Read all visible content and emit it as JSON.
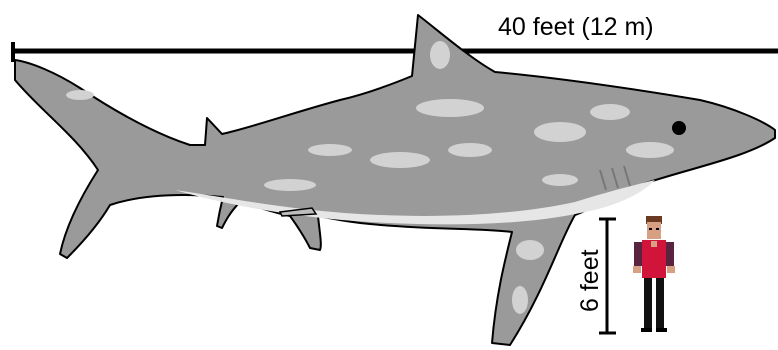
{
  "diagram": {
    "shark_length_label": "40 feet (12 m)",
    "human_height_label": "6 feet"
  },
  "colors": {
    "shark_body": "#9a9a9a",
    "shark_light": "#d2d2d2",
    "outline": "#000000",
    "shirt": "#d0143a",
    "sleeves": "#5a2440",
    "skin": "#d8a083",
    "hair": "#6a3a22",
    "legs": "#111111"
  },
  "icons": [
    "shark-illustration",
    "human-figure"
  ]
}
